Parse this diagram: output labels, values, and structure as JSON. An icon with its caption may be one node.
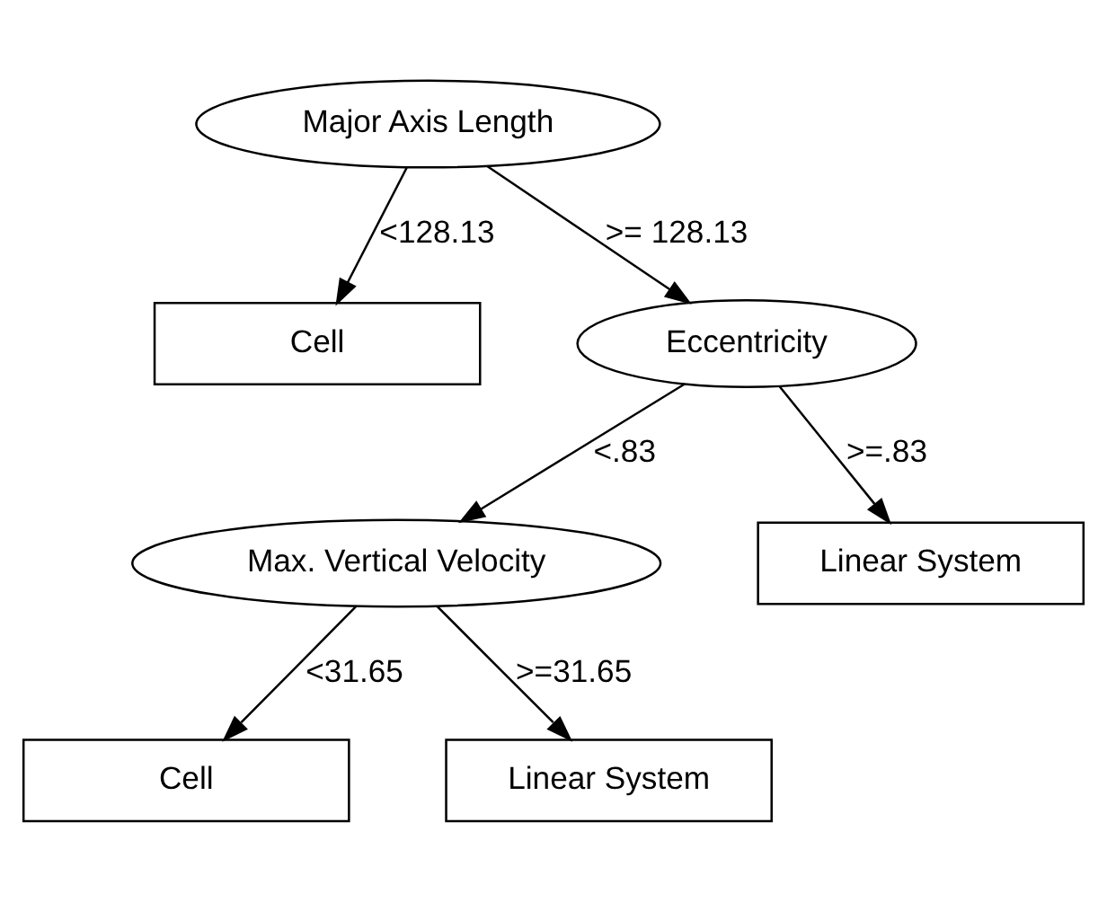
{
  "diagram": {
    "nodes": [
      {
        "text": [
          "Major Axis Length"
        ]
      },
      {
        "text": [
          "Cell"
        ]
      },
      {
        "text": [
          "Eccentricity"
        ]
      },
      {
        "text": [
          "Max. Vertical Velocity"
        ]
      },
      {
        "text": [
          "Linear System"
        ]
      },
      {
        "text": [
          "Cell"
        ]
      },
      {
        "text": [
          "Linear System"
        ]
      }
    ],
    "edges": [
      {
        "from": 0,
        "to": 1,
        "arrow": "to",
        "label": "<128.13"
      },
      {
        "from": 0,
        "to": 2,
        "arrow": "to",
        "label": ">= 128.13"
      },
      {
        "from": 2,
        "to": 3,
        "arrow": "to",
        "label": "<.83"
      },
      {
        "from": 2,
        "to": 4,
        "arrow": "to",
        "label": ">=.83"
      },
      {
        "from": 3,
        "to": 5,
        "arrow": "to",
        "label": "<31.65"
      },
      {
        "from": 3,
        "to": 6,
        "arrow": "to",
        "label": ">=31.65"
      }
    ]
  }
}
